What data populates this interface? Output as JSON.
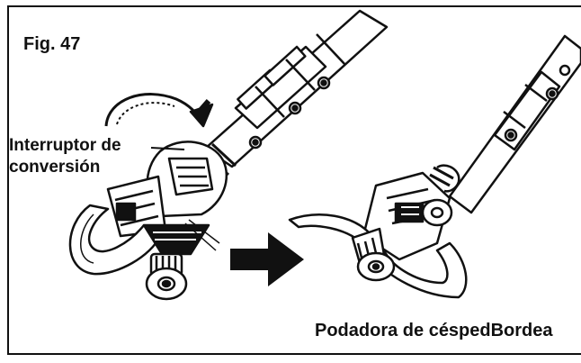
{
  "figure": {
    "number_label": "Fig. 47",
    "callout_line1": "Interruptor de",
    "callout_line2": "conversión",
    "caption": "Podadora de céspedBordea"
  },
  "colors": {
    "ink": "#111111",
    "paper": "#ffffff"
  },
  "icons": [
    "rotation-arrow-icon",
    "transition-arrow-icon"
  ]
}
